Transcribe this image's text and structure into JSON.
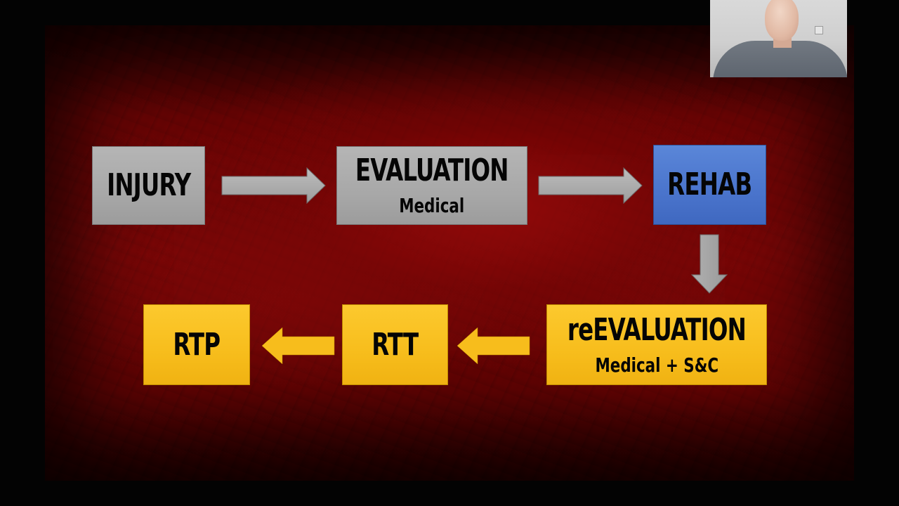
{
  "slide": {
    "background": "dark red textured",
    "top_row": {
      "boxes": [
        {
          "id": "injury",
          "label": "INJURY",
          "sublabel": null,
          "color": "#aaaaaa"
        },
        {
          "id": "evaluation",
          "label": "EVALUATION",
          "sublabel": "Medical",
          "color": "#aaaaaa"
        },
        {
          "id": "rehab",
          "label": "REHAB",
          "sublabel": null,
          "color": "#4a74cc"
        }
      ]
    },
    "bottom_row": {
      "boxes": [
        {
          "id": "rtp",
          "label": "RTP",
          "sublabel": null,
          "color": "#f7bd1c"
        },
        {
          "id": "rtt",
          "label": "RTT",
          "sublabel": null,
          "color": "#f7bd1c"
        },
        {
          "id": "reevaluation",
          "label": "reEVALUATION",
          "sublabel": "Medical + S&C",
          "color": "#f7bd1c"
        }
      ]
    },
    "flow": [
      {
        "from": "INJURY",
        "to": "EVALUATION",
        "direction": "right",
        "color": "#aaaaaa"
      },
      {
        "from": "EVALUATION",
        "to": "REHAB",
        "direction": "right",
        "color": "#aaaaaa"
      },
      {
        "from": "REHAB",
        "to": "reEVALUATION",
        "direction": "down",
        "color": "#aaaaaa"
      },
      {
        "from": "reEVALUATION",
        "to": "RTT",
        "direction": "left",
        "color": "#f7bd1c"
      },
      {
        "from": "RTT",
        "to": "RTP",
        "direction": "left",
        "color": "#f7bd1c"
      }
    ]
  },
  "webcam": {
    "description": "presenter video feed"
  }
}
